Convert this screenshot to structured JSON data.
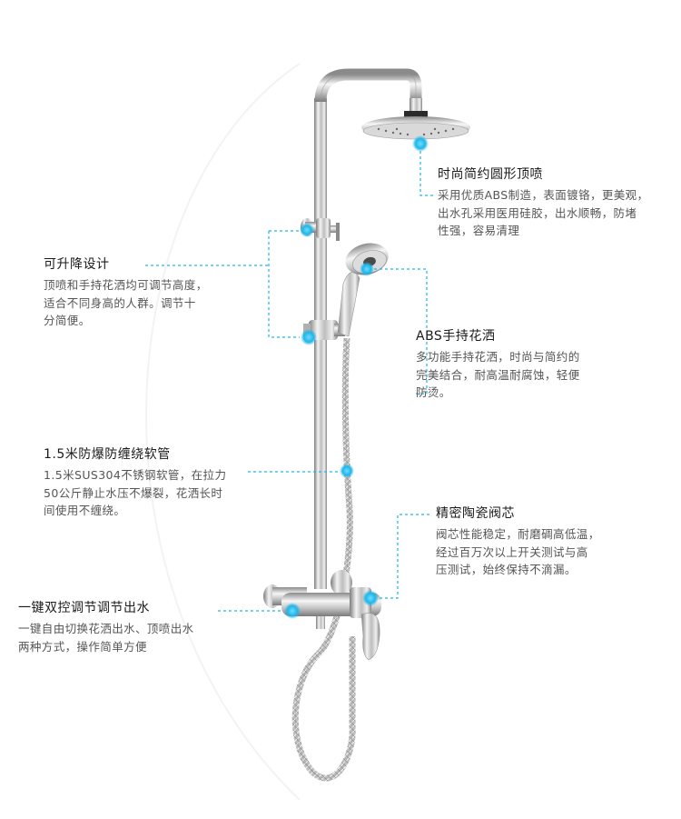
{
  "product": "shower-set",
  "colors": {
    "accent": "#1eb6e8",
    "chrome_light": "#f2f2f2",
    "chrome_dark": "#8a8a8a"
  },
  "callouts": {
    "top_shower": {
      "title": "时尚简约圆形顶喷",
      "desc": "采用优质ABS制造，表面镀铬，更美观，\n出水孔采用医用硅胶，出水顺畅，防堵\n性强，容易清理"
    },
    "lift": {
      "title": "可升降设计",
      "desc": "顶喷和手持花洒均可调节高度，\n适合不同身高的人群。调节十\n分简便。"
    },
    "hand_shower": {
      "title": "ABS手持花洒",
      "desc": "多功能手持花洒，时尚与简约的\n完美结合，耐高温耐腐蚀，轻便\n防烫。"
    },
    "hose": {
      "title": "1.5米防爆防缠绕软管",
      "desc": "1.5米SUS304不锈钢软管，在拉力\n50公斤静止水压不爆裂，花洒长时\n间使用不缠绕。"
    },
    "valve": {
      "title": "精密陶瓷阀芯",
      "desc": "阀芯性能稳定，耐磨碉高低温，\n经过百万次以上开关测试与高\n压测试，始终保持不滴漏。"
    },
    "switch": {
      "title": "一键双控调节调节出水",
      "desc": "一键自由切换花洒出水、顶喷出水\n两种方式，操作简单方便"
    }
  }
}
